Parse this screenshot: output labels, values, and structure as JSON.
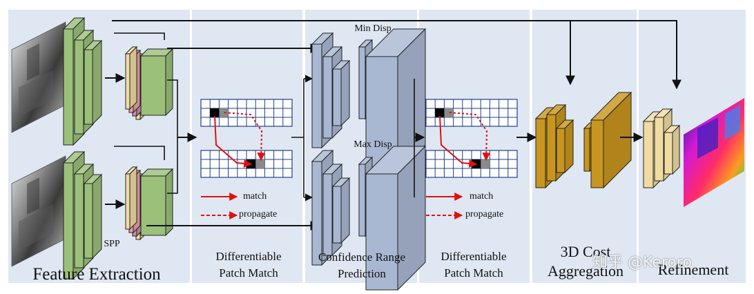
{
  "stages": [
    {
      "id": "feature-extraction",
      "label": "Feature Extraction"
    },
    {
      "id": "pm1",
      "line1": "Differentiable",
      "line2": "Patch Match"
    },
    {
      "id": "crp",
      "line1": "Confidence Range",
      "line2": "Prediction"
    },
    {
      "id": "pm2",
      "line1": "Differentiable",
      "line2": "Patch Match"
    },
    {
      "id": "cost",
      "line1": "3D Cost",
      "line2": "Aggregation"
    },
    {
      "id": "refine",
      "label": "Refinement"
    }
  ],
  "annotations": {
    "spp": "SPP",
    "min_disp": "Min Disp",
    "max_disp": "Max Disp"
  },
  "legend": {
    "match": "match",
    "propagate": "propagate",
    "match_color": "#e01010",
    "propagate_color": "#e01010"
  },
  "watermark": "知乎 @Keroro",
  "colors": {
    "panel": "#dfe7f2",
    "green": "#9bc07a",
    "blue": "#a9b8d2",
    "gold": "#c8961e",
    "cream": "#f0dca3",
    "grid": "#1f3f8a"
  }
}
